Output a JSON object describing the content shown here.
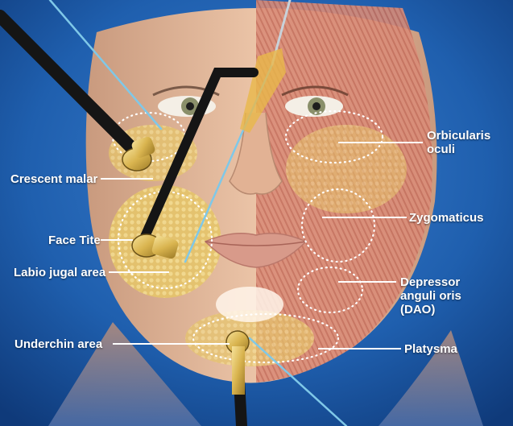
{
  "labels_left": {
    "crescent_malar": "Crescent malar",
    "face_tite": "Face Tite",
    "labio_jugal": "Labio jugal area",
    "underchin": "Underchin area"
  },
  "labels_right": {
    "orbicularis_oculi": "Orbicularis\noculi",
    "zygomaticus": "Zygomaticus",
    "dao": "Depressor\nanguli oris\n(DAO)",
    "platysma": "Platysma"
  },
  "colors": {
    "background_blue": "#1f5fae",
    "skin": "#e4b99a",
    "muscle": "#d98c78",
    "fat": "#e8c870",
    "instrument_black": "#151515",
    "instrument_gold": "#e6c86a",
    "label_text": "#ffffff"
  },
  "icons": {
    "probe": "rf-probe-icon",
    "cannula": "cannula-icon"
  }
}
